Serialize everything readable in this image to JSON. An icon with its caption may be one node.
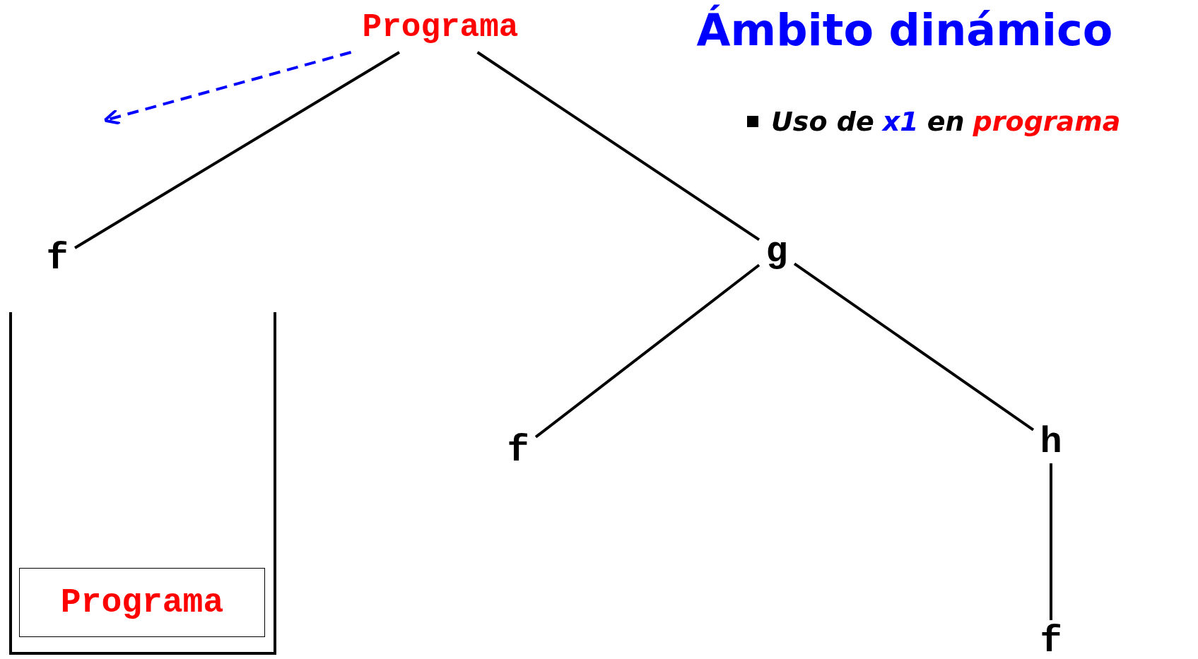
{
  "diagram": {
    "title": "Ámbito dinámico",
    "nodes": [
      {
        "text": [
          "Programa"
        ]
      },
      {
        "text": [
          "f"
        ]
      },
      {
        "text": [
          "g"
        ]
      },
      {
        "text": [
          "f"
        ]
      },
      {
        "text": [
          "h"
        ]
      },
      {
        "text": [
          "f"
        ]
      },
      {
        "text": [],
        "shape": "box"
      },
      {
        "text": [
          "Programa"
        ],
        "in": 6
      }
    ],
    "edges": [
      {
        "from": 0,
        "to": null,
        "arrow": "to",
        "style": "dashed",
        "color": "#0000ff"
      },
      {
        "from": 0,
        "to": 1,
        "arrow": "none"
      },
      {
        "from": 0,
        "to": 2,
        "arrow": "none"
      },
      {
        "from": 2,
        "to": 3,
        "arrow": "none"
      },
      {
        "from": 2,
        "to": 4,
        "arrow": "none"
      },
      {
        "from": 4,
        "to": 5,
        "arrow": "none"
      }
    ],
    "labels": [
      "Uso de",
      "x1",
      "en",
      "programa"
    ]
  }
}
